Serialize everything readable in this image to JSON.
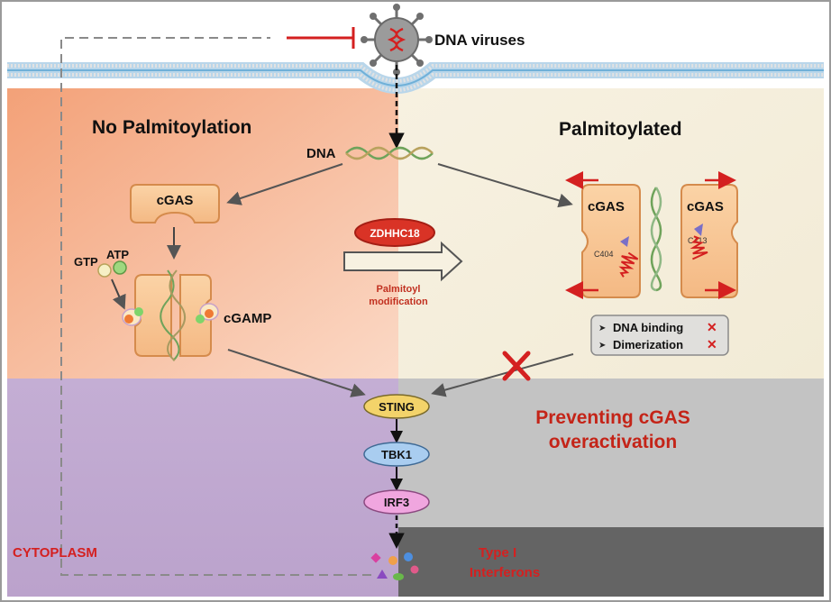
{
  "virus": {
    "label": "DNA viruses"
  },
  "regions": {
    "left_title": "No Palmitoylation",
    "right_title": "Palmitoylated",
    "cytoplasm": "CYTOPLASM"
  },
  "dna_label": "DNA",
  "left": {
    "cgas": "cGAS",
    "gtp": "GTP",
    "atp": "ATP",
    "cgamp": "cGAMP"
  },
  "middle": {
    "enzyme": "ZDHHC18",
    "modification_line1": "Palmitoyl",
    "modification_line2": "modification"
  },
  "right": {
    "cgas_left": "cGAS",
    "cgas_right": "cGAS",
    "site_left": "C404",
    "site_right": "C413",
    "effects": [
      "DNA binding",
      "Dimerization"
    ],
    "effect_mark": "✕"
  },
  "pathway": [
    "STING",
    "TBK1",
    "IRF3"
  ],
  "outcome": {
    "line1": "Preventing cGAS",
    "line2": "overactivation"
  },
  "interferons": {
    "line1": "Type I",
    "line2": "Interferons"
  },
  "colors": {
    "sting": "#f3d36a",
    "tbk1": "#a9cdf0",
    "irf3": "#f0a6df",
    "accent_red": "#d42020",
    "cgas_fill": "#f8c897"
  }
}
